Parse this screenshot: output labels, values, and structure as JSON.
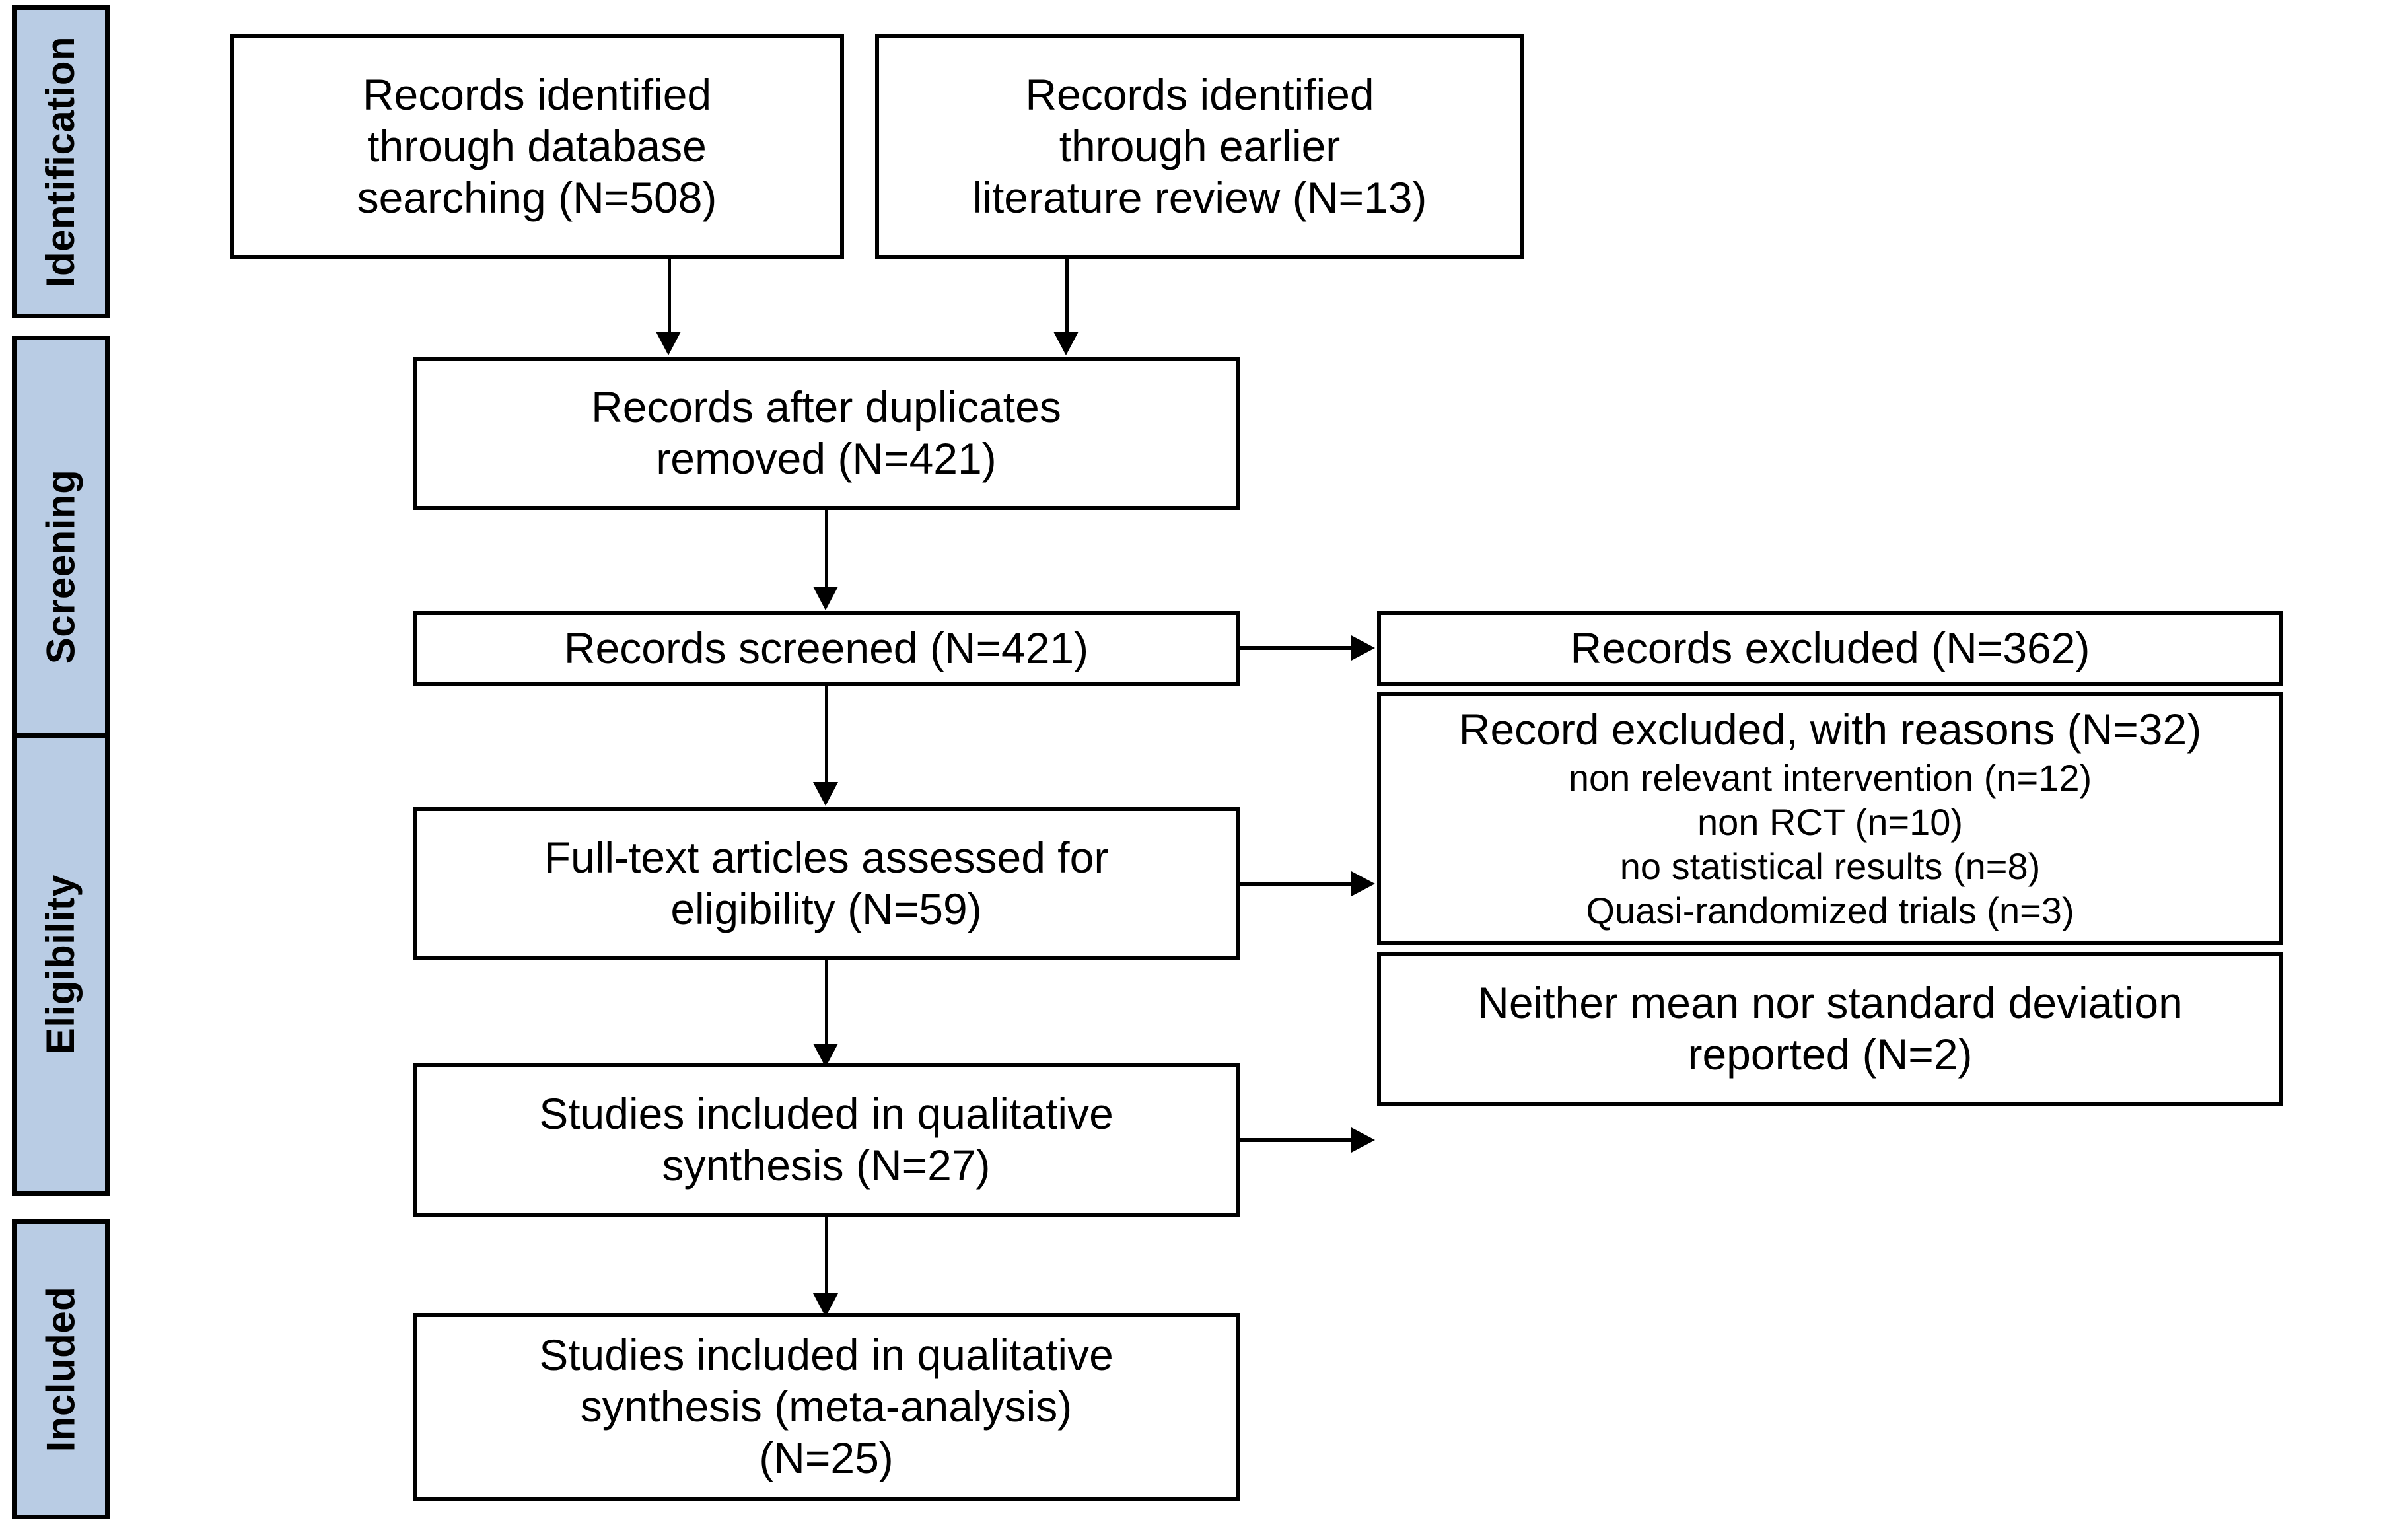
{
  "diagram": {
    "title": "PRISMA study selection flow diagram",
    "colors": {
      "band_fill": "#b9cce4",
      "border": "#000000",
      "box_fill": "#ffffff",
      "text": "#000000"
    },
    "phases": [
      {
        "id": "identification",
        "label": "Identification"
      },
      {
        "id": "screening",
        "label": "Screening"
      },
      {
        "id": "eligibility",
        "label": "Eligibility"
      },
      {
        "id": "included",
        "label": "Included"
      }
    ],
    "boxes": {
      "db_search": {
        "text": "Records identified\nthrough database\nsearching (N=508)",
        "n": 508
      },
      "earlier_review": {
        "text": "Records identified\nthrough earlier\nliterature review (N=13)",
        "n": 13
      },
      "duplicates_removed": {
        "text": "Records after duplicates\nremoved (N=421)",
        "n": 421
      },
      "records_screened": {
        "text": "Records screened (N=421)",
        "n": 421
      },
      "records_excluded": {
        "text": "Records excluded (N=362)",
        "n": 362
      },
      "fulltext_assessed": {
        "text": "Full-text articles assessed for\neligibility (N=59)",
        "n": 59
      },
      "excluded_with_reasons": {
        "heading": "Record excluded, with reasons (N=32)",
        "n": 32,
        "reasons": [
          {
            "label": "non relevant intervention (n=12)",
            "n": 12
          },
          {
            "label": "non RCT (n=10)",
            "n": 10
          },
          {
            "label": "no statistical  results (n=8)",
            "n": 8
          },
          {
            "label": "Quasi-randomized trials (n=3)",
            "n": 3
          }
        ]
      },
      "qualitative_synthesis": {
        "text": "Studies included in qualitative\nsynthesis (N=27)",
        "n": 27
      },
      "no_mean_sd": {
        "text": "Neither mean nor standard deviation\nreported (N=2)",
        "n": 2
      },
      "meta_analysis": {
        "text": "Studies included in qualitative\nsynthesis (meta-analysis)\n(N=25)",
        "n": 25
      }
    }
  }
}
